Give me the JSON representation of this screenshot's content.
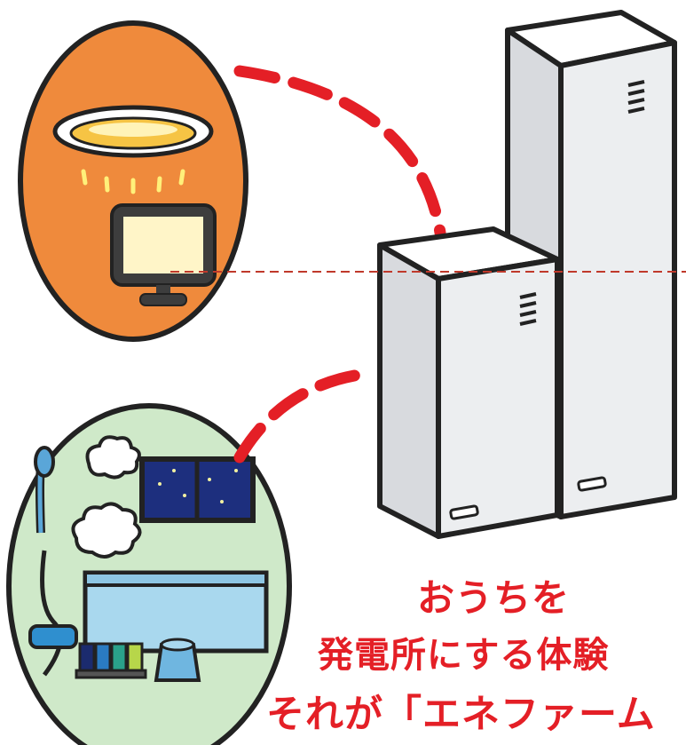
{
  "caption": {
    "line1": "おうちを",
    "line2": "発電所にする体験",
    "line3": "それが「エネファーム"
  },
  "colors": {
    "accent_red": "#e41f26",
    "bubble_orange": "#ef8a3c",
    "bubble_green": "#cfe9c9",
    "unit_gray": "#eceef0",
    "outline": "#222222"
  },
  "icons": [
    "ceiling-light-icon",
    "monitor-icon",
    "shower-icon",
    "bathtub-icon",
    "window-icon",
    "steam-cloud-icon",
    "fuel-cell-unit-icon"
  ]
}
